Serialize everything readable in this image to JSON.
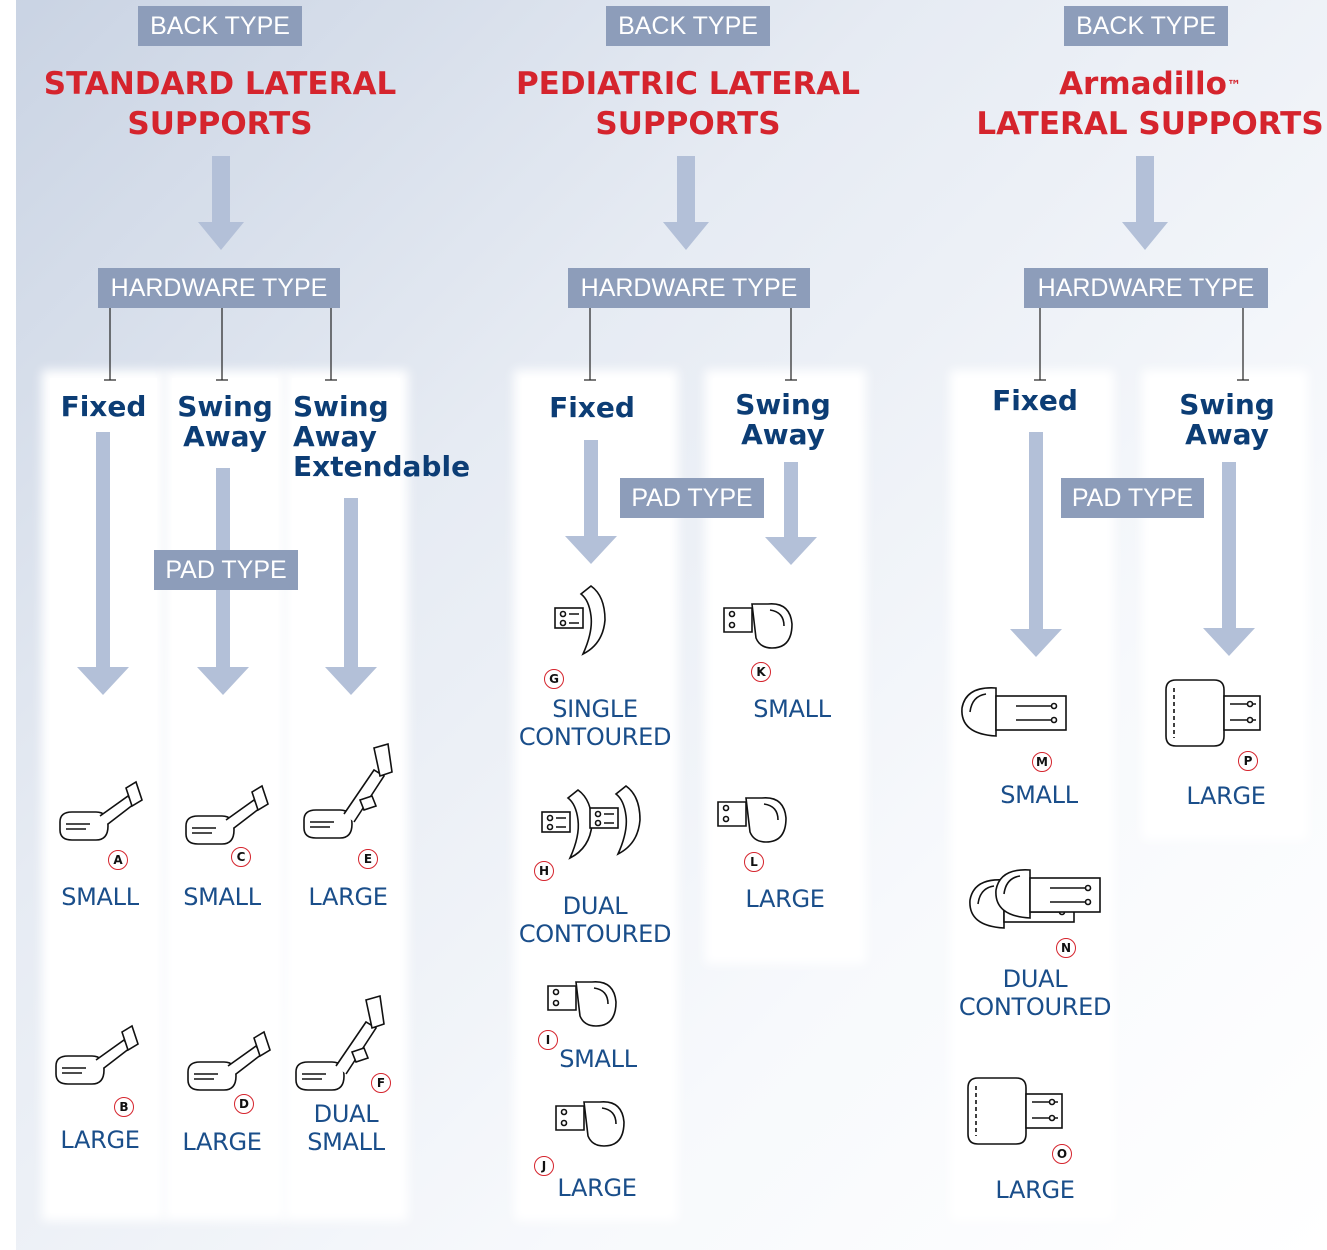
{
  "labels": {
    "back_type": "BACK TYPE",
    "hardware_type": "HARDWARE TYPE",
    "pad_type": "PAD TYPE"
  },
  "sections": [
    {
      "title_line1": "STANDARD LATERAL",
      "title_line2": "SUPPORTS",
      "hardware": [
        {
          "name_lines": [
            "Fixed"
          ],
          "items": [
            {
              "letter": "A",
              "caption": "SMALL"
            },
            {
              "letter": "B",
              "caption": "LARGE"
            }
          ]
        },
        {
          "name_lines": [
            "Swing",
            "Away"
          ],
          "items": [
            {
              "letter": "C",
              "caption": "SMALL"
            },
            {
              "letter": "D",
              "caption": "LARGE"
            }
          ]
        },
        {
          "name_lines": [
            "Swing",
            "Away",
            "Extendable"
          ],
          "items": [
            {
              "letter": "E",
              "caption": "LARGE"
            },
            {
              "letter": "F",
              "caption_lines": [
                "DUAL",
                "SMALL"
              ]
            }
          ]
        }
      ]
    },
    {
      "title_line1": "PEDIATRIC LATERAL",
      "title_line2": "SUPPORTS",
      "hardware": [
        {
          "name_lines": [
            "Fixed"
          ],
          "items": [
            {
              "letter": "G",
              "caption_lines": [
                "SINGLE",
                "CONTOURED"
              ]
            },
            {
              "letter": "H",
              "caption_lines": [
                "DUAL",
                "CONTOURED"
              ]
            },
            {
              "letter": "I",
              "caption": "SMALL"
            },
            {
              "letter": "J",
              "caption": "LARGE"
            }
          ]
        },
        {
          "name_lines": [
            "Swing",
            "Away"
          ],
          "items": [
            {
              "letter": "K",
              "caption": "SMALL"
            },
            {
              "letter": "L",
              "caption": "LARGE"
            }
          ]
        }
      ]
    },
    {
      "title_line1": "Armadillo",
      "title_tm": "™",
      "title_line2": "LATERAL SUPPORTS",
      "hardware": [
        {
          "name_lines": [
            "Fixed"
          ],
          "items": [
            {
              "letter": "M",
              "caption": "SMALL"
            },
            {
              "letter": "N",
              "caption_lines": [
                "DUAL",
                "CONTOURED"
              ]
            },
            {
              "letter": "O",
              "caption": "LARGE"
            }
          ]
        },
        {
          "name_lines": [
            "Swing",
            "Away"
          ],
          "items": [
            {
              "letter": "P",
              "caption": "LARGE"
            }
          ]
        }
      ]
    }
  ],
  "colors": {
    "title_red": "#d5242d",
    "navy": "#0c3d75",
    "caption_blue": "#1a4e8a",
    "label_bg": "#8d9dba",
    "arrow": "#b3c0d8"
  }
}
